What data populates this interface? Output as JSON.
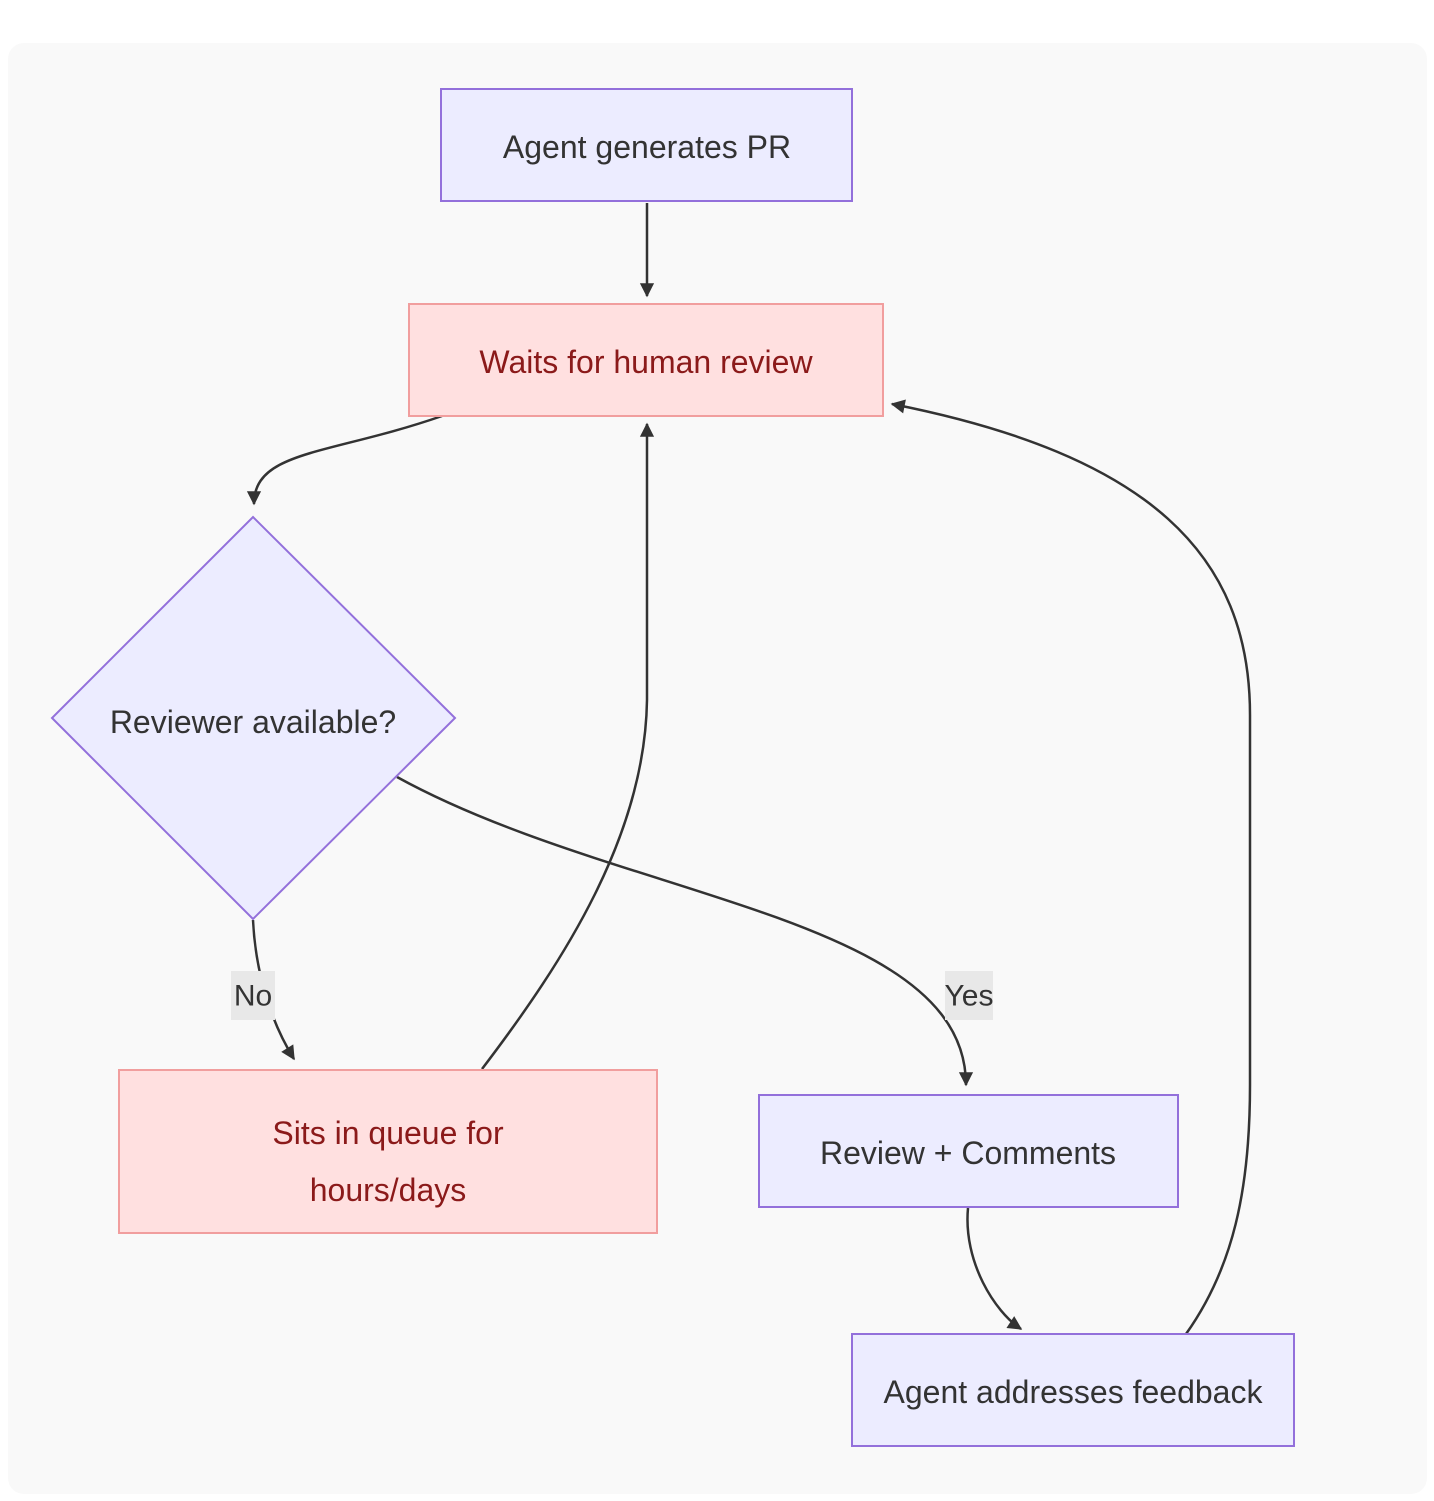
{
  "page": {
    "background": "#ffffff",
    "card_background": "#f9f9f9"
  },
  "diagram": {
    "type": "flowchart",
    "direction": "top-down",
    "nodes": [
      {
        "id": "agent-generates-pr",
        "shape": "rectangle",
        "style": "purple",
        "label": "Agent generates PR"
      },
      {
        "id": "waits-for-human-review",
        "shape": "rectangle",
        "style": "pink",
        "label": "Waits for human review"
      },
      {
        "id": "reviewer-available",
        "shape": "diamond",
        "style": "purple",
        "label": "Reviewer available?"
      },
      {
        "id": "sits-in-queue",
        "shape": "rectangle",
        "style": "pink",
        "label": "Sits in queue for hours/days",
        "label_lines": [
          "Sits in queue for",
          "hours/days"
        ]
      },
      {
        "id": "review-comments",
        "shape": "rectangle",
        "style": "purple",
        "label": "Review + Comments"
      },
      {
        "id": "agent-addresses-feedback",
        "shape": "rectangle",
        "style": "purple",
        "label": "Agent addresses feedback"
      }
    ],
    "edges": [
      {
        "from": "agent-generates-pr",
        "to": "waits-for-human-review",
        "label": ""
      },
      {
        "from": "waits-for-human-review",
        "to": "reviewer-available",
        "label": ""
      },
      {
        "from": "reviewer-available",
        "to": "sits-in-queue",
        "label": "No"
      },
      {
        "from": "reviewer-available",
        "to": "review-comments",
        "label": "Yes"
      },
      {
        "from": "sits-in-queue",
        "to": "waits-for-human-review",
        "label": ""
      },
      {
        "from": "review-comments",
        "to": "agent-addresses-feedback",
        "label": ""
      },
      {
        "from": "agent-addresses-feedback",
        "to": "waits-for-human-review",
        "label": ""
      }
    ],
    "colors": {
      "purple_node_fill": "#ececff",
      "purple_node_border": "#9370db",
      "purple_node_text": "#333333",
      "pink_node_fill": "#ffe0e0",
      "pink_node_border": "#f19e9e",
      "pink_node_text": "#8b1a1a",
      "edge_line": "#333333",
      "arrowhead": "#333333",
      "edge_label_background": "#e8e8e8",
      "edge_label_text": "#333333"
    }
  }
}
